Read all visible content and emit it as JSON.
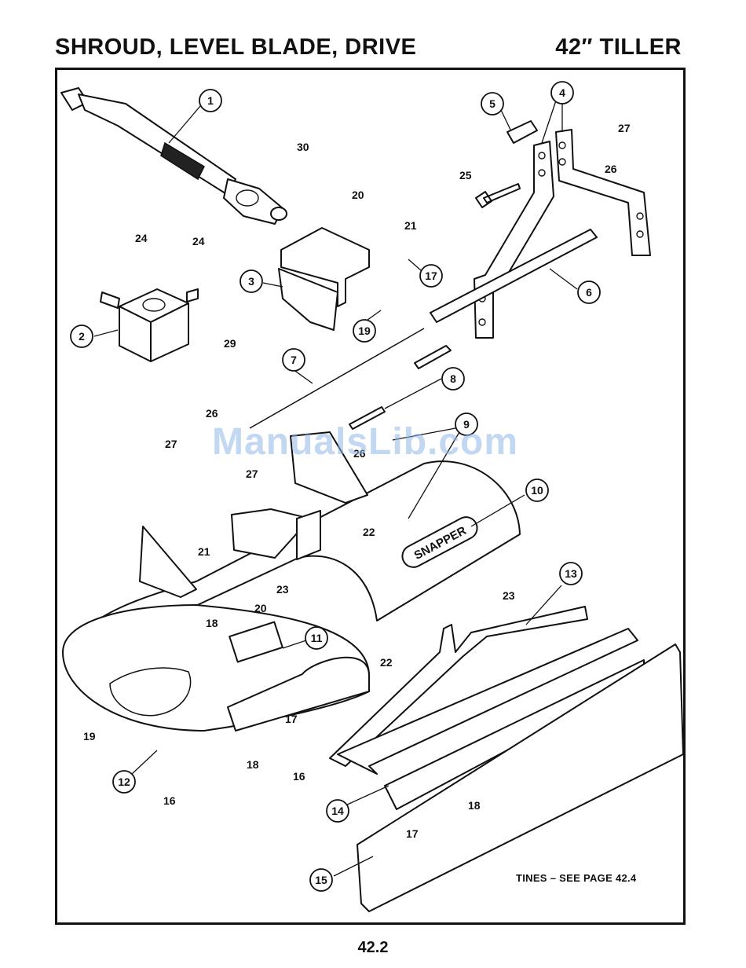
{
  "header": {
    "title": "SHROUD, LEVEL BLADE, DRIVE",
    "model": "42″ TILLER"
  },
  "diagram": {
    "brand_label": "SNAPPER",
    "note": "TINES – SEE PAGE 42.4",
    "callouts": [
      "1",
      "2",
      "3",
      "4",
      "5",
      "6",
      "7",
      "8",
      "9",
      "10",
      "11",
      "12",
      "13",
      "14",
      "15",
      "17",
      "19"
    ],
    "labels": [
      "30",
      "24",
      "24",
      "20",
      "21",
      "25",
      "27",
      "26",
      "29",
      "26",
      "27",
      "27",
      "26",
      "22",
      "21",
      "23",
      "20",
      "18",
      "22",
      "23",
      "17",
      "16",
      "18",
      "19",
      "16",
      "17",
      "18"
    ]
  },
  "watermark": "ManualsLib.com",
  "footer": {
    "page_number": "42.2"
  }
}
